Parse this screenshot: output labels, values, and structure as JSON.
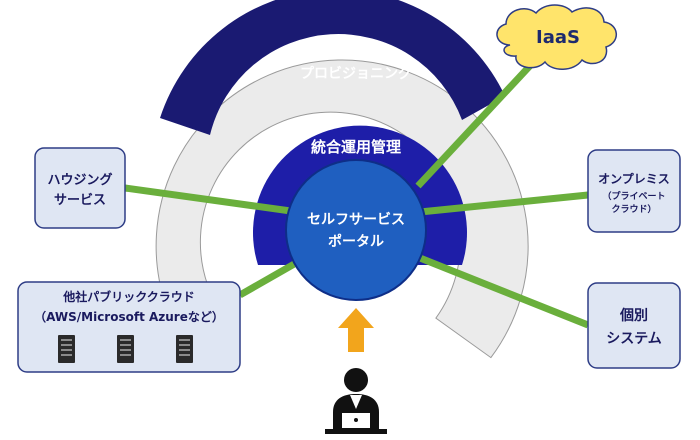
{
  "diagram": {
    "layers": {
      "outer": "プロビジョニング",
      "middle": "統合運用管理",
      "center_line1": "セルフサービス",
      "center_line2": "ポータル"
    },
    "iaas": "IaaS",
    "left_top_box": {
      "line1": "ハウジング",
      "line2": "サービス"
    },
    "left_bottom_box": {
      "line1": "他社パブリッククラウド",
      "line2": "（AWS/Microsoft Azureなど）"
    },
    "right_top_box": {
      "line1": "オンプレミス",
      "line2": "（プライベート",
      "line3": "クラウド）"
    },
    "right_bottom_box": {
      "line1": "個別",
      "line2": "システム"
    },
    "colors": {
      "navy": "#1a1a72",
      "blue": "#1e1ea8",
      "center": "#1f5fc0",
      "green": "#6aaf3c",
      "box_fill": "#dfe6f3",
      "box_border": "#2e3d86",
      "arrow": "#f2a51c",
      "cloud": "#ffe46b"
    }
  }
}
